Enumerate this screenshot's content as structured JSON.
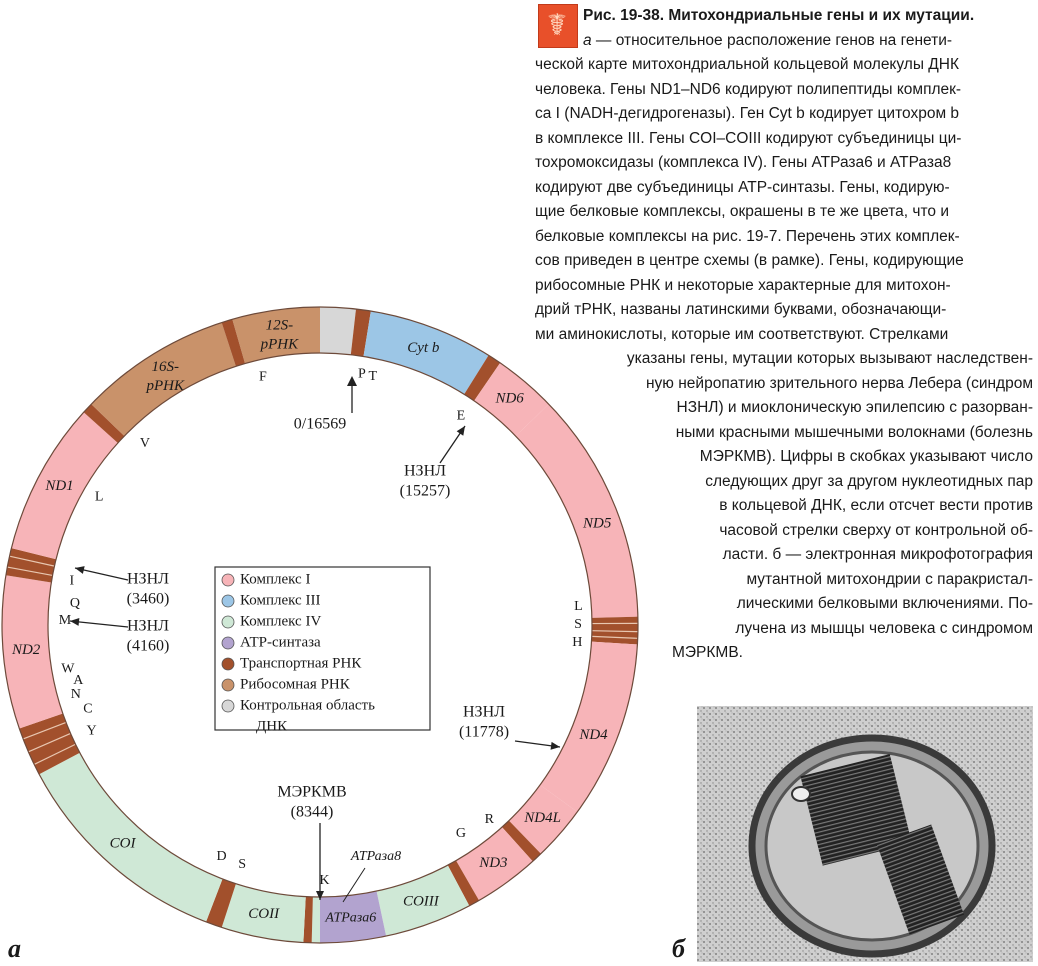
{
  "figure": {
    "panel_a_letter": "а",
    "panel_b_letter": "б"
  },
  "caption": {
    "line1_title": "Рис. 19-38. Митохондриальные гены и их мутации.",
    "line2_prefix": "а",
    "line2": " — относительное расположение генов на генети-",
    "line3": "ческой карте митохондриальной кольцевой молекулы ДНК",
    "line4": "человека. Гены ND1–ND6 кодируют полипептиды комплек-",
    "line5": "са I (NADH-дегидрогеназы). Ген Cyt b кодирует цитохром b",
    "line6": "в комплексе III. Гены COI–COIII кодируют субъединицы ци-",
    "line7": "тохромоксидазы (комплекса IV). Гены АТРаза6 и АТРаза8",
    "line8": "кодируют две субъединицы АТР-синтазы. Гены, кодирую-",
    "line9": "щие белковые комплексы, окрашены в те же цвета, что и",
    "line10": "белковые комплексы на рис. 19-7. Перечень этих комплек-",
    "line11": "сов приведен в центре схемы (в рамке). Гены, кодирующие",
    "line12": "рибосомные РНК и некоторые характерные для митохон-",
    "line13": "дрий тРНК, названы латинскими буквами, обозначающи-",
    "line14": "ми аминокислоты, которые им соответствуют. Стрелками",
    "line15": "указаны гены, мутации которых вызывают наследствен-",
    "line16": "ную нейропатию зрительного нерва Лебера (синдром",
    "line17": "НЗНЛ) и миоклоническую эпилепсию с разорван-",
    "line18": "ными красными мышечными волокнами (болезнь",
    "line19": "МЭРКМВ). Цифры в скобках указывают число",
    "line20": "следующих друг за другом нуклеотидных пар",
    "line21": "в кольцевой ДНК, если отсчет вести против",
    "line22": "часовой стрелки сверху от контрольной об-",
    "line23": "ласти. б — электронная микрофотография",
    "line24": "мутантной митохондрии с паракристал-",
    "line25": "лическими белковыми включениями. По-",
    "line26": "лучена из мышцы человека с синдромом",
    "line27": "МЭРКМВ."
  },
  "colors": {
    "complex1": "#f7b4b8",
    "complex3": "#9cc6e6",
    "complex4": "#cfe8d6",
    "atp": "#b2a3cf",
    "trna": "#a2502c",
    "rrna": "#c9926a",
    "control": "#d7d7d7"
  },
  "legend": {
    "items": [
      {
        "label": "Комплекс I",
        "color": "#f7b4b8"
      },
      {
        "label": "Комплекс III",
        "color": "#9cc6e6"
      },
      {
        "label": "Комплекс IV",
        "color": "#cfe8d6"
      },
      {
        "label": "АТР-синтаза",
        "color": "#b2a3cf"
      },
      {
        "label": "Транспортная РНК",
        "color": "#a2502c"
      },
      {
        "label": "Рибосомная РНК",
        "color": "#c9926a"
      },
      {
        "label": "Контрольная область",
        "color": "#d7d7d7"
      }
    ],
    "last_line": "ДНК"
  },
  "genes": [
    {
      "name": "Cyt b",
      "color": "#9cc6e6"
    },
    {
      "name": "ND6",
      "color": "#f7b4b8"
    },
    {
      "name": "ND5",
      "color": "#f7b4b8"
    },
    {
      "name": "ND4",
      "color": "#f7b4b8"
    },
    {
      "name": "ND4L",
      "color": "#f7b4b8"
    },
    {
      "name": "ND3",
      "color": "#f7b4b8"
    },
    {
      "name": "COIII",
      "color": "#cfe8d6"
    },
    {
      "name": "ATPаза6",
      "color": "#b2a3cf"
    },
    {
      "name": "COII",
      "color": "#cfe8d6"
    },
    {
      "name": "COI",
      "color": "#cfe8d6"
    },
    {
      "name": "ND2",
      "color": "#f7b4b8"
    },
    {
      "name": "ND1",
      "color": "#f7b4b8"
    },
    {
      "name": "16S-",
      "sub": "рРНК",
      "color": "#c9926a"
    },
    {
      "name": "12S-",
      "sub": "рРНК",
      "color": "#c9926a"
    }
  ],
  "trna_letters": [
    "F",
    "P",
    "T",
    "E",
    "V",
    "L",
    "I",
    "Q",
    "M",
    "W",
    "A",
    "N",
    "C",
    "Y",
    "S",
    "D",
    "K",
    "G",
    "R",
    "L",
    "S",
    "H"
  ],
  "origin_label": "0/16569",
  "atp8_label": "АТРаза8",
  "mutations": [
    {
      "name": "НЗНЛ",
      "pos": "(15257)"
    },
    {
      "name": "НЗНЛ",
      "pos": "(3460)"
    },
    {
      "name": "НЗНЛ",
      "pos": "(4160)"
    },
    {
      "name": "НЗНЛ",
      "pos": "(11778)"
    },
    {
      "name": "МЭРКМВ",
      "pos": "(8344)"
    }
  ]
}
